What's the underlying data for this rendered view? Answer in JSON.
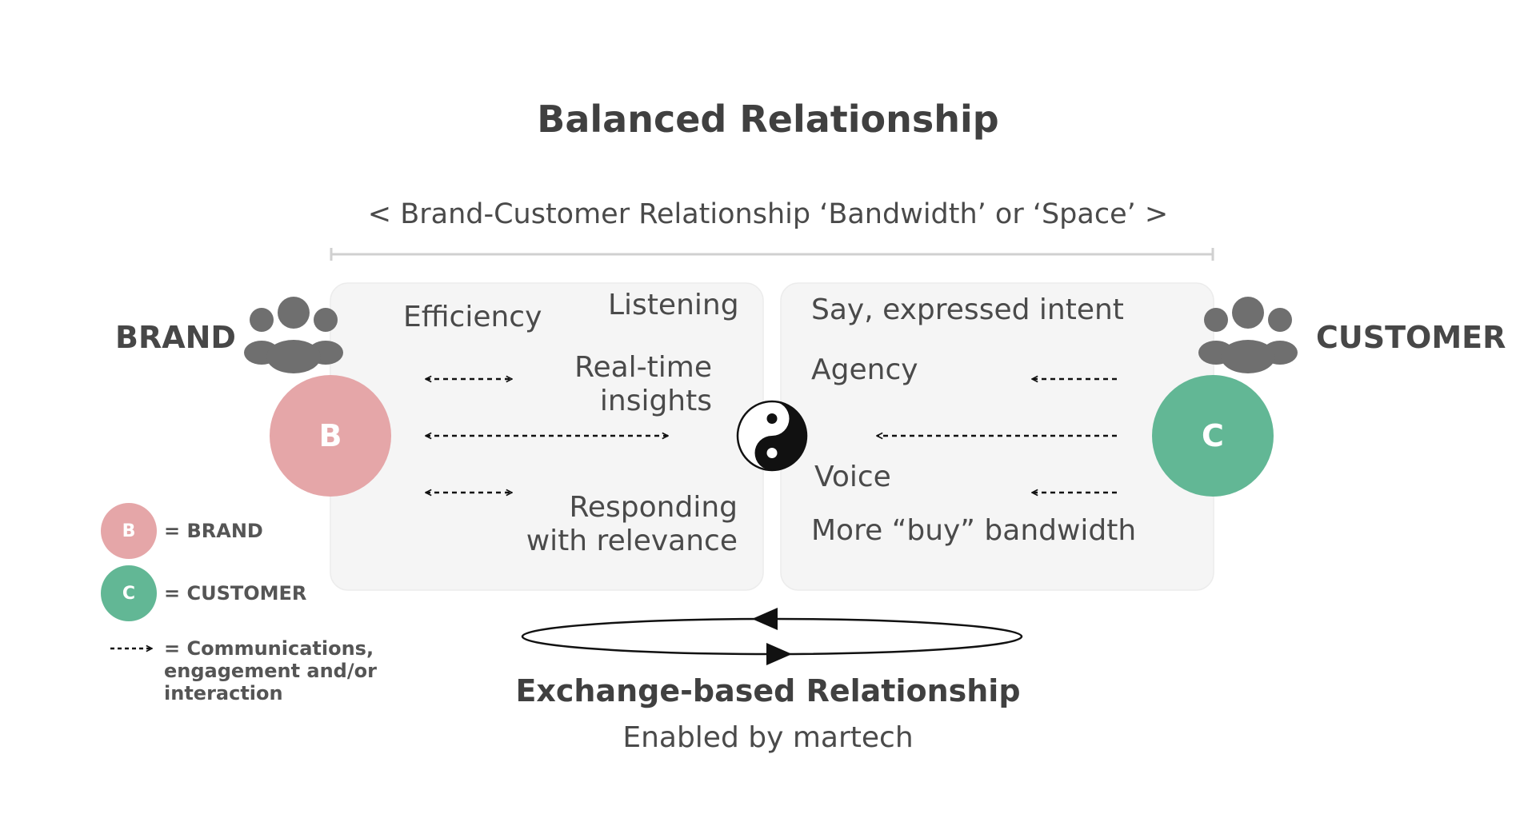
{
  "title": "Balanced Relationship",
  "bandwidth_label": "<  Brand-Customer Relationship ‘Bandwidth’ or ‘Space’  >",
  "brand": {
    "label": "BRAND",
    "letter": "B",
    "color": "#e5a6a8",
    "icon": "people-group-icon"
  },
  "customer": {
    "label": "CUSTOMER",
    "letter": "C",
    "color": "#62b795",
    "icon": "people-group-icon"
  },
  "brand_panel": {
    "efficiency": "Efficiency",
    "listening": "Listening",
    "realtime_line1": "Real-time",
    "realtime_line2": "insights",
    "responding_line1": "Responding",
    "responding_line2": "with relevance"
  },
  "customer_panel": {
    "intent": "Say, expressed intent",
    "agency": "Agency",
    "voice": "Voice",
    "buy": "More “buy” bandwidth"
  },
  "center_icon": "yin-yang-icon",
  "legend": {
    "brand_letter": "B",
    "brand_text": "= BRAND",
    "customer_letter": "C",
    "customer_text": "= CUSTOMER",
    "comms_line1": "= Communications,",
    "comms_line2": "engagement and/or",
    "comms_line3": "interaction"
  },
  "exchange": {
    "title": "Exchange-based Relationship",
    "subtitle": "Enabled by martech"
  }
}
